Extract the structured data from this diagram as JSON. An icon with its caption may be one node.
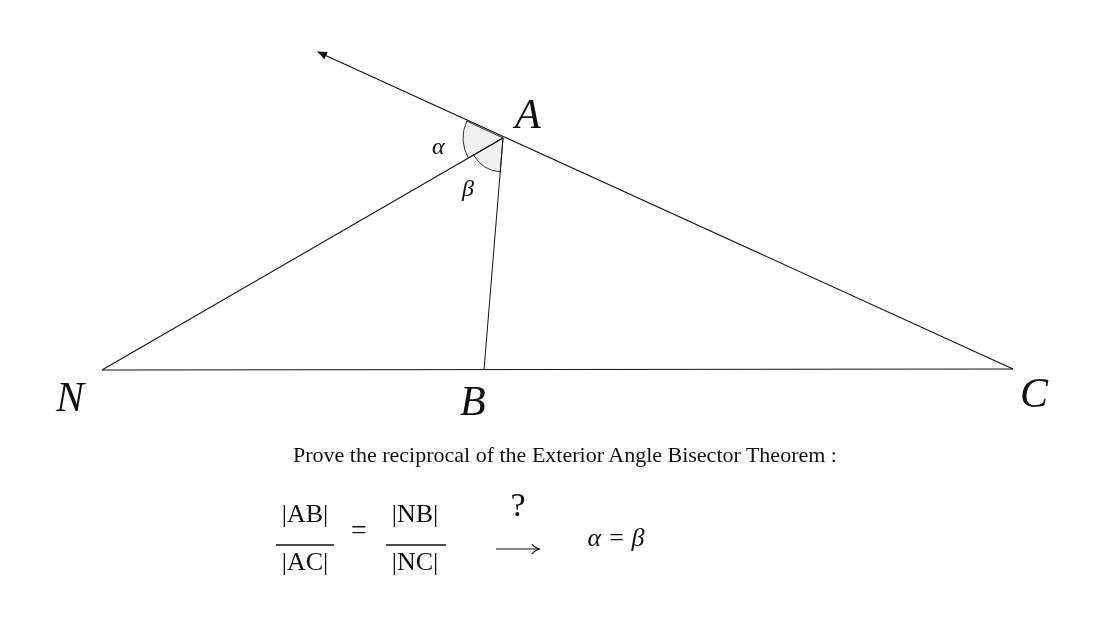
{
  "diagram": {
    "labels": [
      "A",
      "α",
      "β",
      "N",
      "B",
      "C",
      "Prove the reciprocal of the Exterior Angle Bisector Theorem :",
      "|AB|",
      "|AC|",
      "=",
      "|NB|",
      "|NC|",
      "?",
      "α = β"
    ]
  }
}
